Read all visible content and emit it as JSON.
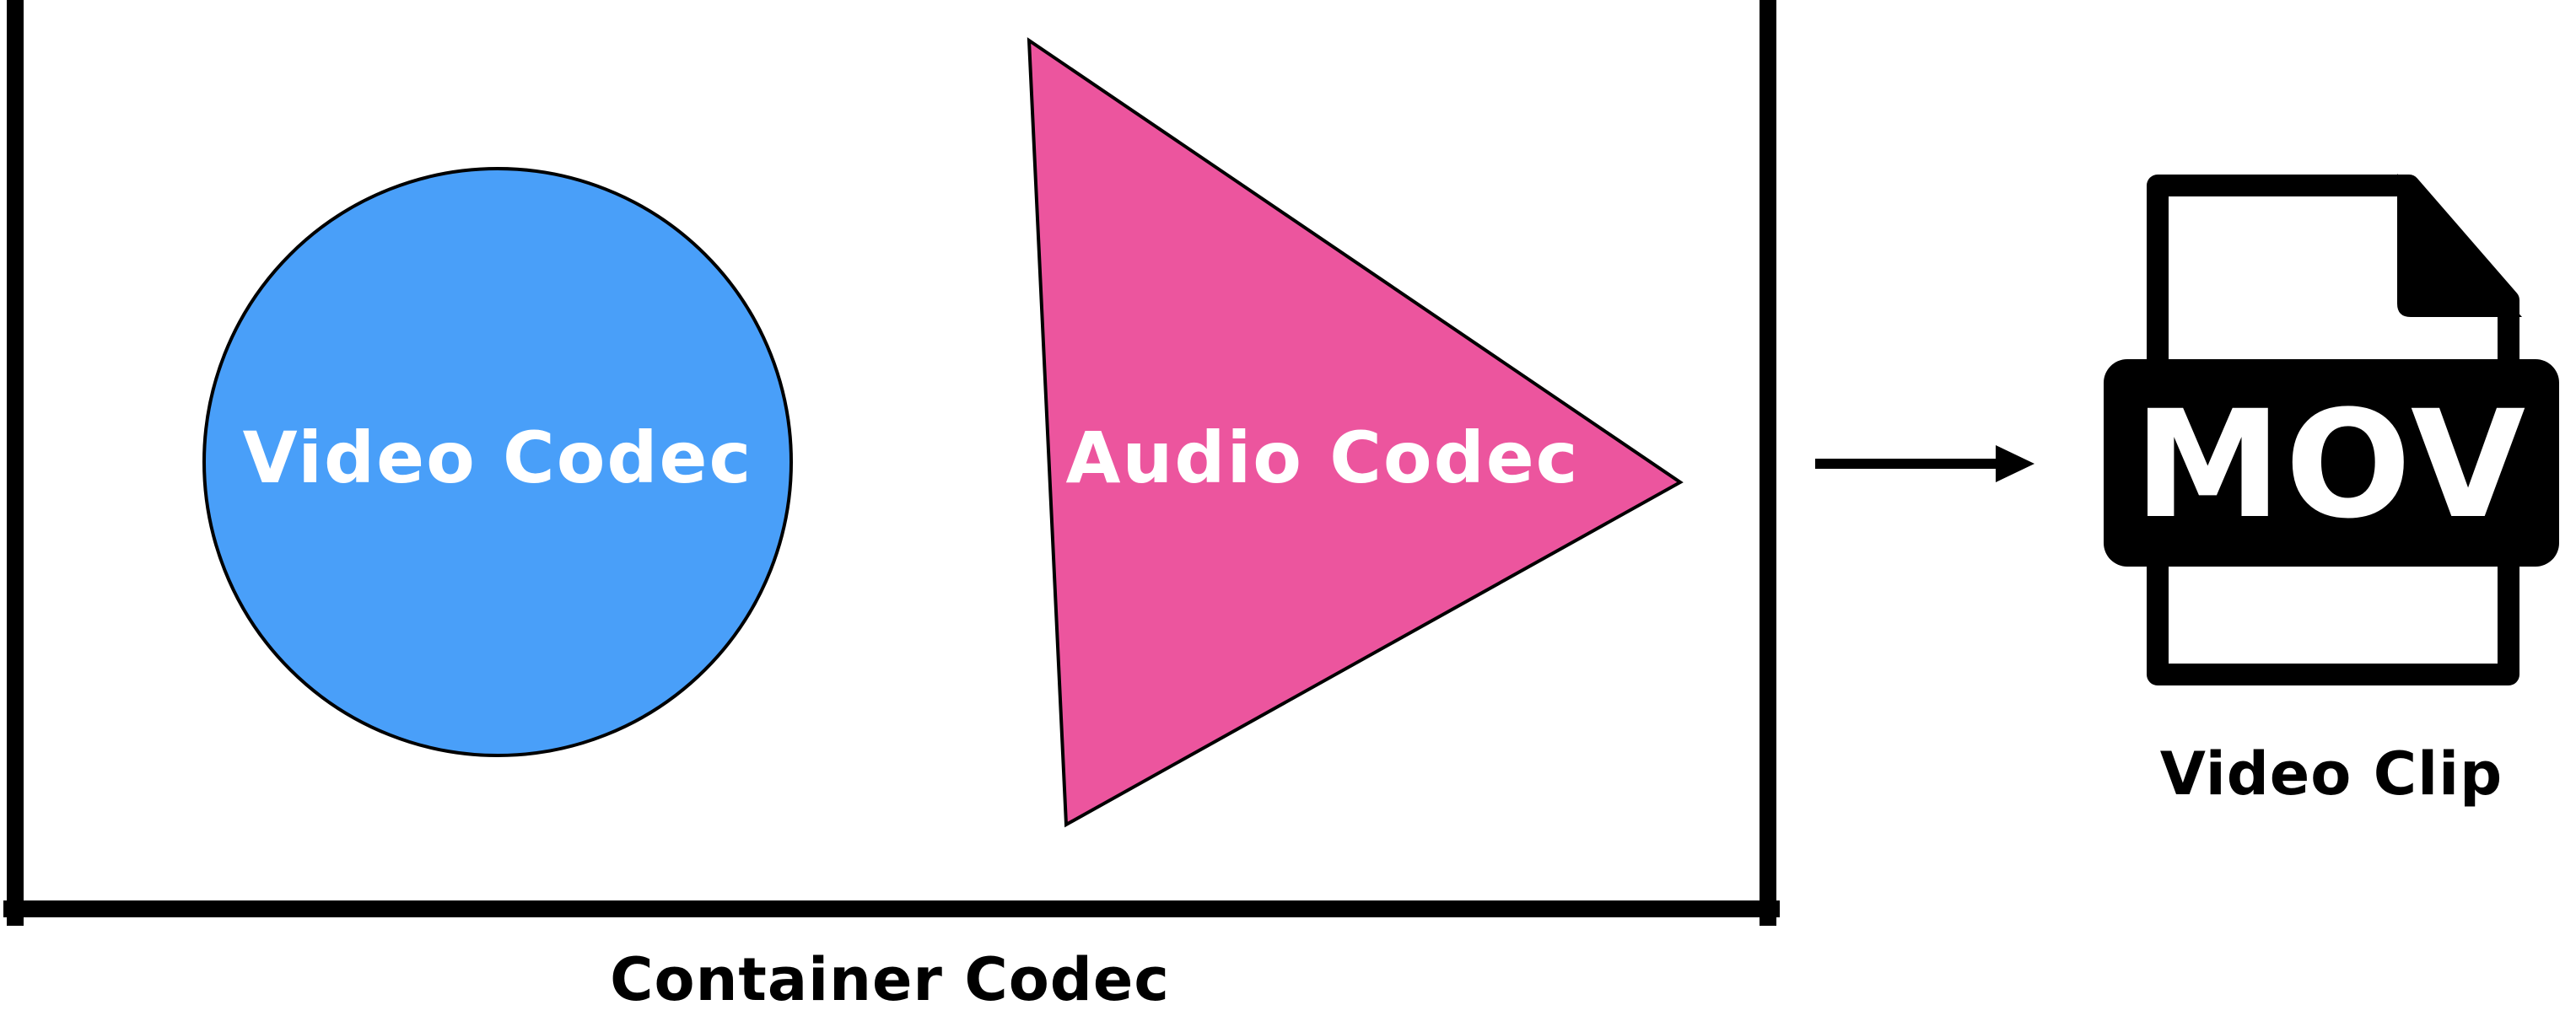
{
  "video_codec": {
    "label": "Video Codec",
    "color": "#499ff9"
  },
  "audio_codec": {
    "label": "Audio Codec",
    "color": "#ec559e"
  },
  "container": {
    "label": "Container Codec"
  },
  "output_file": {
    "format": "MOV",
    "label": "Video Clip",
    "icon": "mov-file-icon"
  },
  "colors": {
    "ink": "#000000",
    "background": "#ffffff"
  }
}
